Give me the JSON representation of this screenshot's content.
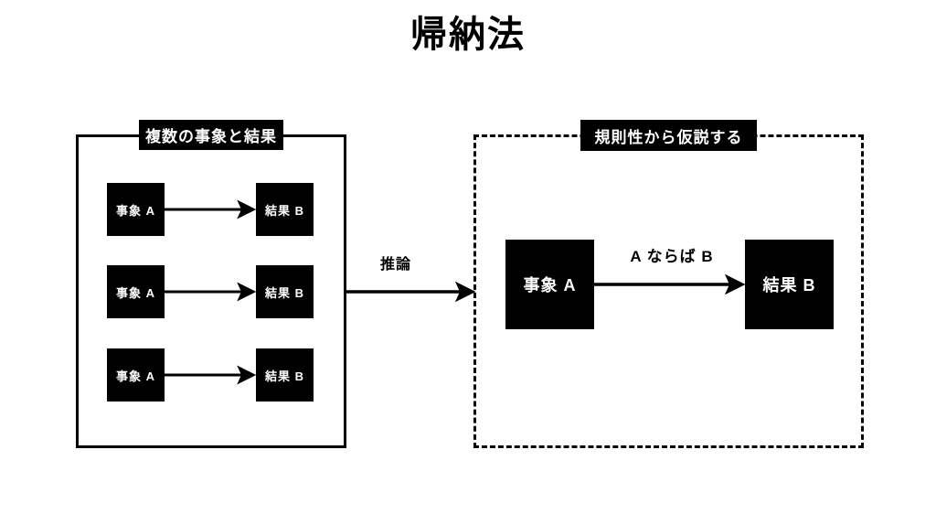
{
  "page": {
    "title": "帰納法",
    "background_color": "#ffffff",
    "foreground_color": "#000000"
  },
  "panels": {
    "left": {
      "header": "複数の事象と結果",
      "border_style": "solid",
      "rows": [
        {
          "cause": "事象 A",
          "effect": "結果 B"
        },
        {
          "cause": "事象 A",
          "effect": "結果 B"
        },
        {
          "cause": "事象 A",
          "effect": "結果 B"
        }
      ]
    },
    "right": {
      "header": "規則性から仮説する",
      "border_style": "dashed",
      "cause": "事象 A",
      "effect": "結果 B",
      "arrow_label": "A ならば B"
    }
  },
  "connector": {
    "label": "推論"
  }
}
